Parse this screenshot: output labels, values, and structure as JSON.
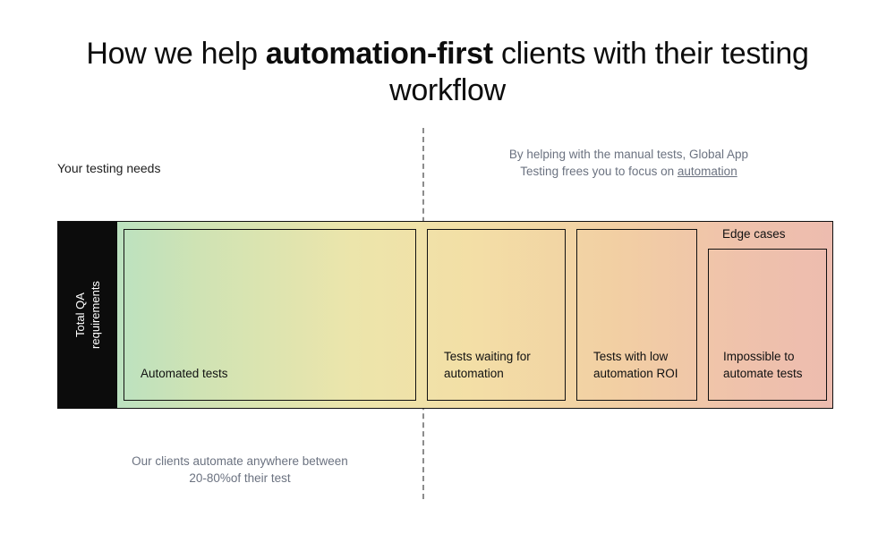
{
  "title": {
    "before": "How we help ",
    "emphasis": "automation-first",
    "after": " clients with their testing workflow"
  },
  "captions": {
    "left": "Your testing needs",
    "right_line1": "By helping with the manual tests, Global App",
    "right_line2_prefix": "Testing frees you to focus on ",
    "right_link": "automation",
    "bottom_line1": "Our clients automate anywhere between",
    "bottom_line2": "20-80%of their test"
  },
  "axis": {
    "label_line1": "Total QA",
    "label_line2": "requirements"
  },
  "segments": [
    {
      "name": "automated-tests",
      "label": "Automated tests"
    },
    {
      "name": "tests-waiting-for-automation",
      "label": "Tests waiting for\nautomation",
      "label_line1": "Tests waiting for",
      "label_line2": "automation"
    },
    {
      "name": "tests-low-roi",
      "label_line1": "Tests with low",
      "label_line2": "automation ROI"
    },
    {
      "name": "impossible-to-automate",
      "header": "Edge cases",
      "label_line1": "Impossible to",
      "label_line2": "automate tests"
    }
  ],
  "colors": {
    "gradient_start": "#ade0c8",
    "gradient_mid": "#ece5ab",
    "gradient_end": "#edbcaf",
    "axis_block": "#0c0c0c",
    "border": "#111111",
    "muted_text": "#6b7280",
    "divider": "#8c8c8c"
  }
}
